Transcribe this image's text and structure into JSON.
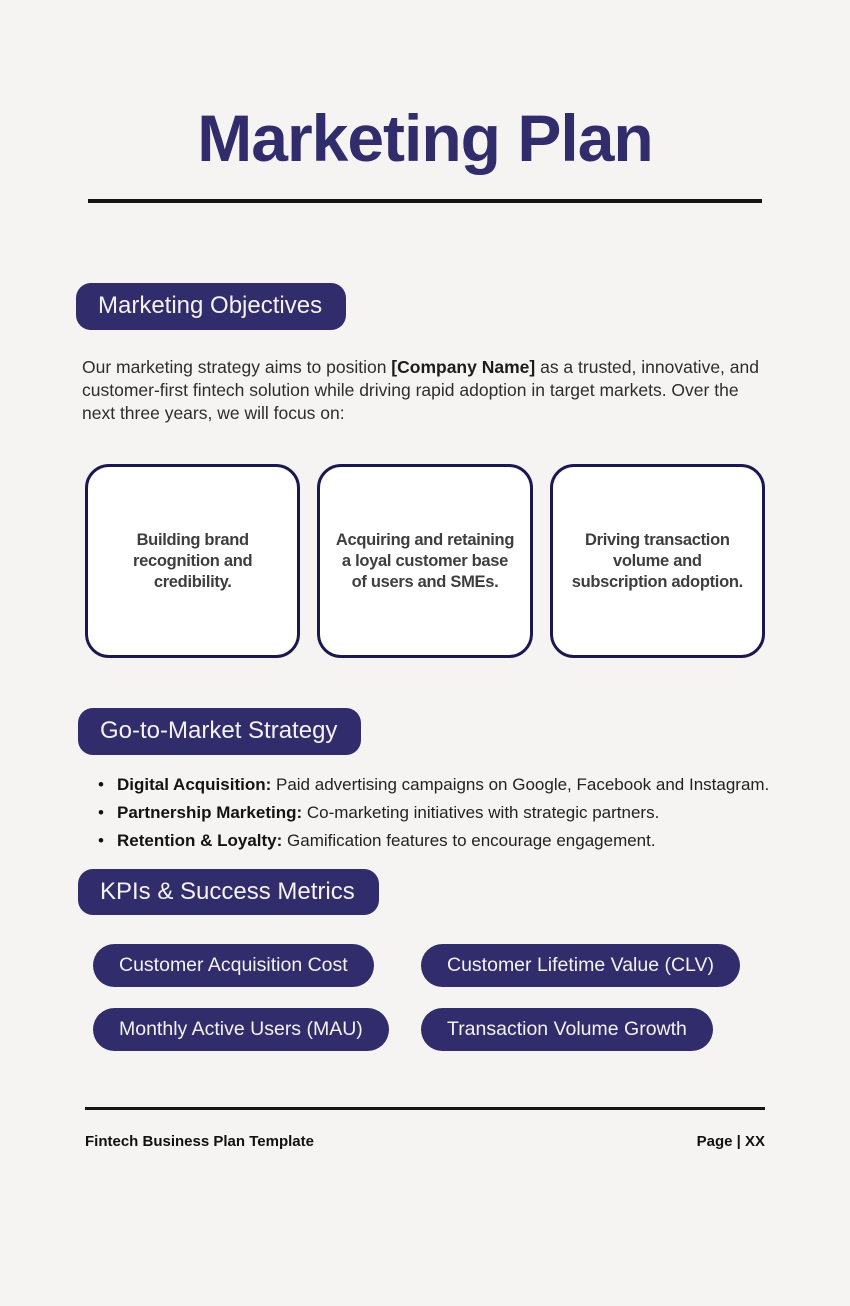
{
  "page": {
    "title": "Marketing Plan",
    "colors": {
      "background": "#f5f4f2",
      "accent_navy": "#312c6b",
      "card_border_navy": "#1b1850",
      "divider": "#141414",
      "pill_text": "#f4f2ef"
    }
  },
  "objectives": {
    "heading": "Marketing Objectives",
    "intro_pre": "Our marketing strategy aims to position ",
    "intro_company": "[Company Name]",
    "intro_post": " as a trusted, innovative, and customer-first fintech solution while driving rapid adoption in target markets. Over the next three years, we will focus on:",
    "cards": [
      {
        "lines": [
          "Building brand",
          "recognition and",
          "credibility."
        ]
      },
      {
        "lines": [
          "Acquiring and retaining",
          "a loyal customer base",
          "of  users and SMEs."
        ]
      },
      {
        "lines": [
          "Driving transaction",
          "volume and",
          "subscription adoption."
        ]
      }
    ]
  },
  "gtm": {
    "heading": "Go-to-Market Strategy",
    "bullet_glyph": "•",
    "bullets": [
      {
        "label": "Digital Acquisition:",
        "text": " Paid advertising campaigns on Google, Facebook and Instagram."
      },
      {
        "label": "Partnership Marketing:",
        "text": " Co-marketing initiatives with strategic partners."
      },
      {
        "label": "Retention & Loyalty:",
        "text": " Gamification features to encourage engagement."
      }
    ]
  },
  "kpis": {
    "heading": "KPIs & Success Metrics",
    "pills": [
      {
        "label": "Customer Acquisition Cost"
      },
      {
        "label": "Customer Lifetime Value (CLV)"
      },
      {
        "label": "Monthly Active Users (MAU)"
      },
      {
        "label": "Transaction Volume Growth"
      }
    ]
  },
  "footer": {
    "left": "Fintech Business Plan Template",
    "right": "Page | XX"
  }
}
